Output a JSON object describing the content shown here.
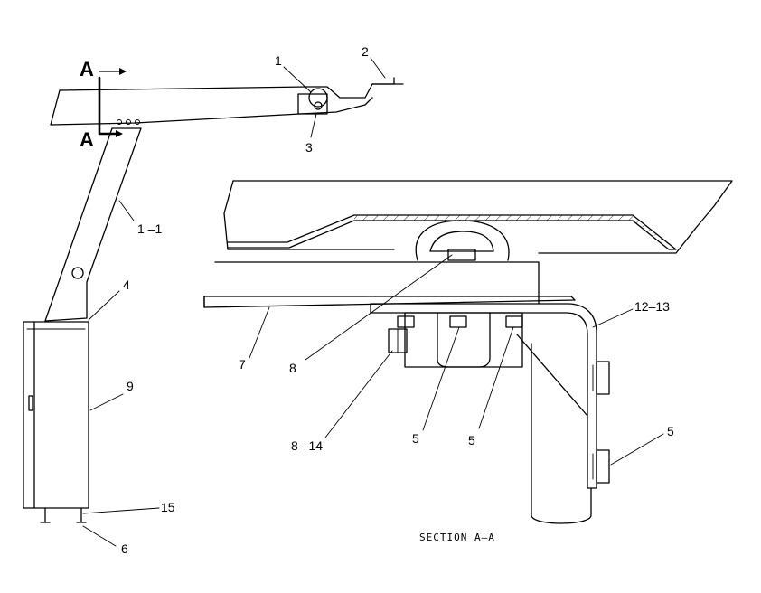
{
  "section_marks": {
    "top": "A",
    "bottom": "A"
  },
  "callouts": {
    "c1": "1",
    "c2": "2",
    "c3": "3",
    "c1_1": "1 –1",
    "c4": "4",
    "c9": "9",
    "c15": "15",
    "c6": "6",
    "c7": "7",
    "c8": "8",
    "c8_14": "8 –14",
    "c5a": "5",
    "c5b": "5",
    "c5c": "5",
    "c12_13": "12–13"
  },
  "caption": "SECTION A—A"
}
